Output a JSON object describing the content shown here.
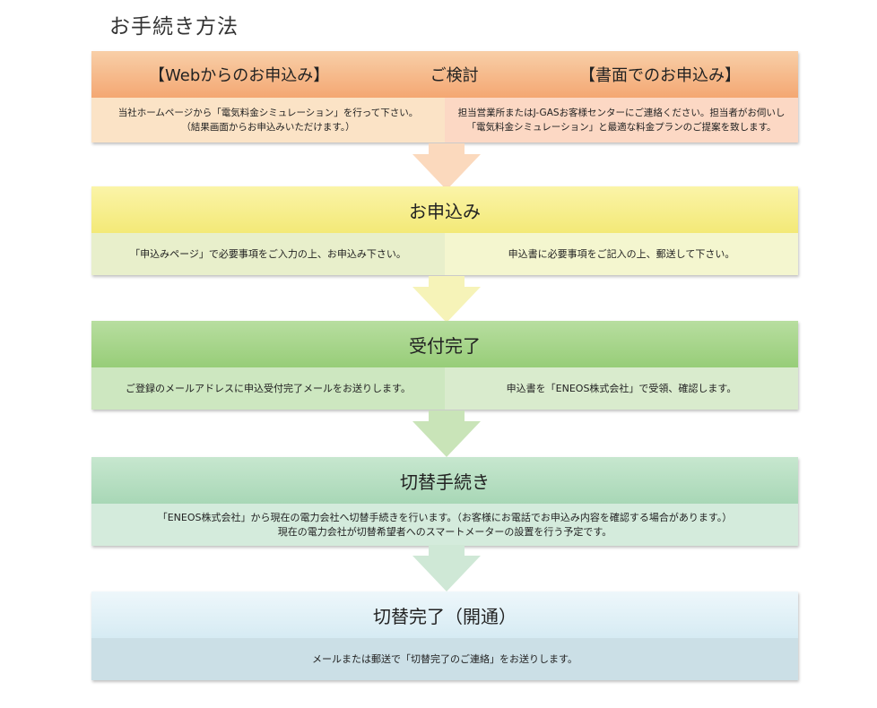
{
  "title": "お手続き方法",
  "steps": [
    {
      "web_heading": "【Webからのお申込み】",
      "heading": "ご検討",
      "paper_heading": "【書面でのお申込み】",
      "left": "当社ホームページから「電気料金シミュレーション」を行って下さい。\n（結果画面からお申込みいただけます。）",
      "right": "担当営業所またはJ-GASお客様センターにご連絡ください。担当者がお伺いし「電気料金シミュレーション」と最適な料金プランのご提案を致します。"
    },
    {
      "heading": "お申込み",
      "left": "「申込みページ」で必要事項をご入力の上、お申込み下さい。",
      "right": "申込書に必要事項をご記入の上、郵送して下さい。"
    },
    {
      "heading": "受付完了",
      "left": "ご登録のメールアドレスに申込受付完了メールをお送りします。",
      "right": "申込書を「ENEOS株式会社」で受領、確認します。"
    },
    {
      "heading": "切替手続き",
      "body": "「ENEOS株式会社」から現在の電力会社へ切替手続きを行います。（お客様にお電話でお申込み内容を確認する場合があります。）\n現在の電力会社が切替希望者へのスマートメーターの設置を行う予定です。"
    },
    {
      "heading": "切替完了（開通）",
      "body": "メールまたは郵送で「切替完了のご連絡」をお送りします。"
    }
  ],
  "colors": {
    "arrow1": "#fbd9bd",
    "arrow2": "#f6f3b8",
    "arrow3": "#c9e4b8",
    "arrow4": "#cfe8d6"
  }
}
